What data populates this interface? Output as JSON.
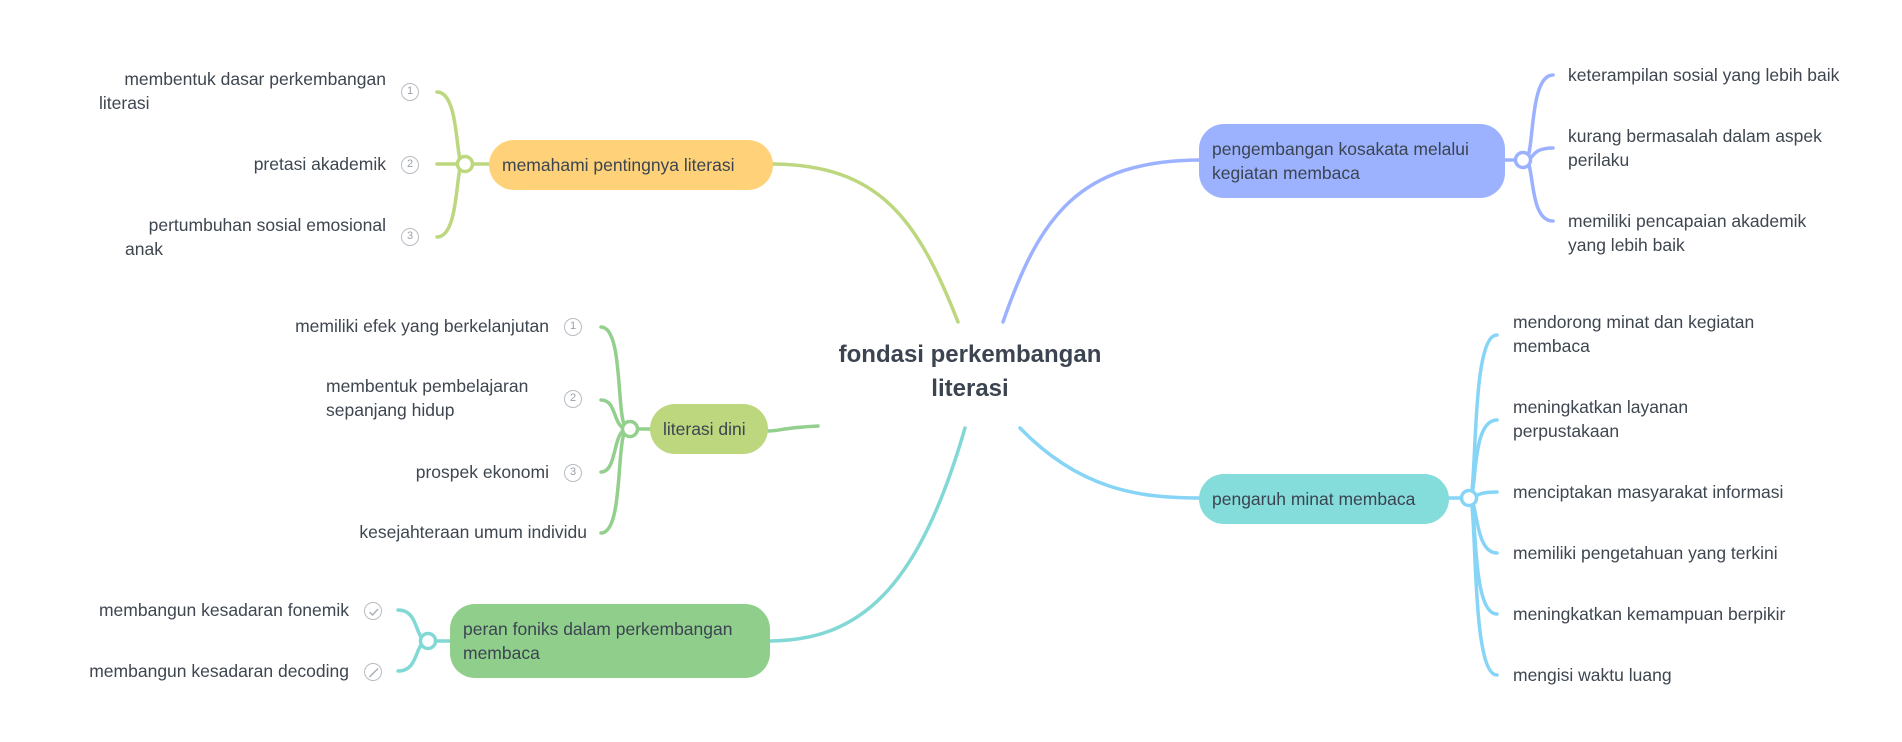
{
  "central_topic": [
    "fondasi perkembangan",
    "literasi"
  ],
  "branches": {
    "memahami": {
      "label": "memahami pentingnya literasi",
      "color": "#ffd27a",
      "line_color": "#bcd77e",
      "items": [
        {
          "lines": [
            "membentuk dasar perkembangan",
            "literasi"
          ],
          "badge": "1"
        },
        {
          "lines": [
            "pretasi akademik"
          ],
          "badge": "2"
        },
        {
          "lines": [
            "pertumbuhan sosial emosional",
            "anak"
          ],
          "badge": "3"
        }
      ]
    },
    "literasi_dini": {
      "label": "literasi dini",
      "color": "#bdd77e",
      "line_color": "#93cf8d",
      "items": [
        {
          "lines": [
            "memiliki efek yang berkelanjutan"
          ],
          "badge": "1"
        },
        {
          "lines": [
            "membentuk pembelajaran",
            "sepanjang hidup"
          ],
          "badge": "2"
        },
        {
          "lines": [
            "prospek ekonomi"
          ],
          "badge": "3"
        },
        {
          "lines": [
            "kesejahteraan umum individu"
          ]
        }
      ]
    },
    "foniks": {
      "label": [
        "peran foniks dalam perkembangan",
        "membaca"
      ],
      "color": "#90ce8c",
      "line_color": "#82d8d5",
      "items": [
        {
          "lines": [
            "membangun kesadaran fonemik"
          ],
          "icon": "check-circle-icon"
        },
        {
          "lines": [
            "membangun kesadaran decoding"
          ],
          "icon": "cancel-circle-icon"
        }
      ]
    },
    "kosakata": {
      "label": [
        "pengembangan kosakata melalui",
        "kegiatan membaca"
      ],
      "color": "#9cb2ff",
      "line_color": "#9cb2ff",
      "items": [
        {
          "lines": [
            "keterampilan sosial yang lebih baik"
          ]
        },
        {
          "lines": [
            "kurang bermasalah dalam aspek",
            "perilaku"
          ]
        },
        {
          "lines": [
            "memiliki pencapaian akademik",
            "yang lebih baik"
          ]
        }
      ]
    },
    "minat": {
      "label": "pengaruh minat membaca",
      "color": "#84dcdb",
      "line_color": "#86d4f6",
      "items": [
        {
          "lines": [
            "mendorong minat dan kegiatan",
            "membaca"
          ]
        },
        {
          "lines": [
            "meningkatkan layanan",
            "perpustakaan"
          ]
        },
        {
          "lines": [
            "menciptakan masyarakat informasi"
          ]
        },
        {
          "lines": [
            "memiliki pengetahuan yang terkini"
          ]
        },
        {
          "lines": [
            "meningkatkan kemampuan berpikir"
          ]
        },
        {
          "lines": [
            "mengisi waktu luang"
          ]
        }
      ]
    }
  }
}
